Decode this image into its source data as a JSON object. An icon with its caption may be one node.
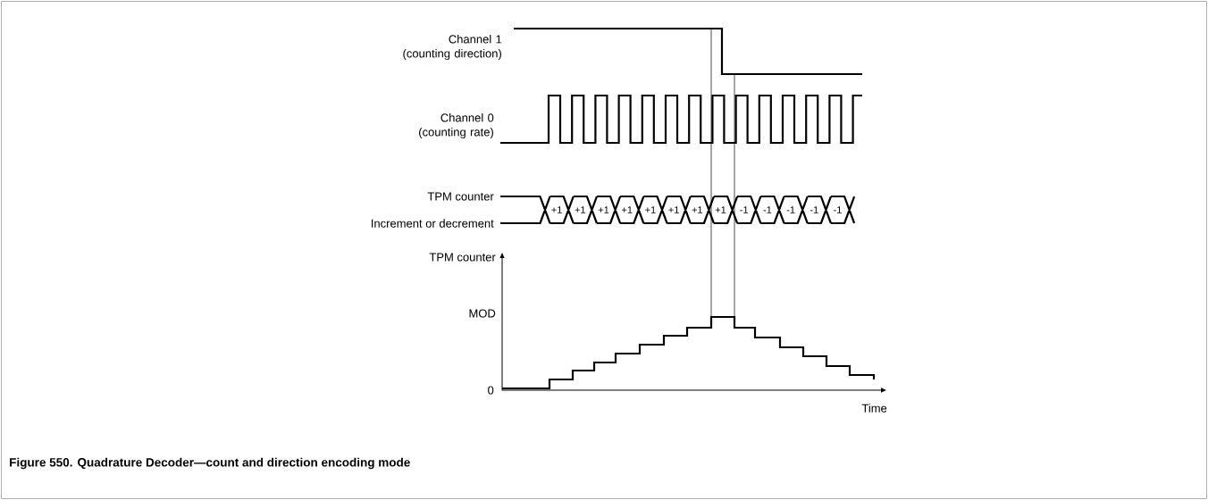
{
  "diagram": {
    "caption": "Figure 550. Quadrature Decoder—count and direction encoding mode",
    "labels": [
      "Channel 1 (counting direction)",
      "Channel 0 (counting rate)",
      "TPM counter",
      "Increment or decrement",
      "+1",
      "+1",
      "+1",
      "+1",
      "+1",
      "+1",
      "+1",
      "+1",
      "-1",
      "-1",
      "-1",
      "-1",
      "-1",
      "TPM counter",
      "MOD",
      "0",
      "Time"
    ]
  }
}
